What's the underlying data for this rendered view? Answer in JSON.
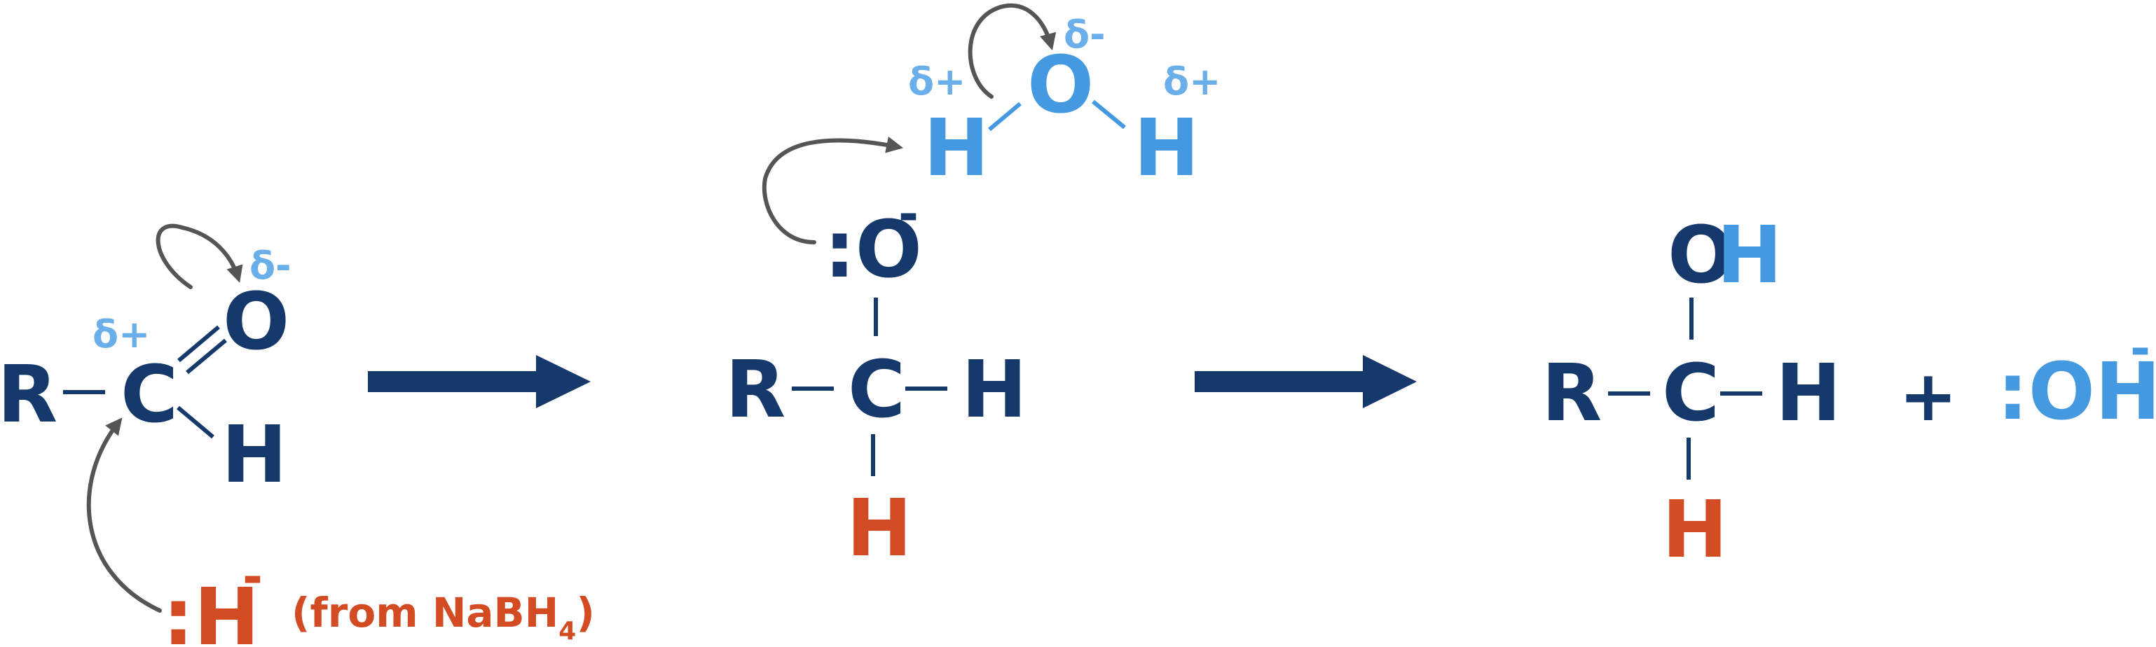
{
  "colors": {
    "navy": "#15396b",
    "blue": "#4499e0",
    "light_blue": "#6aaeea",
    "orange": "#d24b23",
    "curly_arrow": "#555555"
  },
  "step1": {
    "r": "R",
    "c": "C",
    "o": "O",
    "h": "H",
    "delta_plus": "δ+",
    "delta_minus": "δ-",
    "hydride": ":H",
    "hydride_charge": "-",
    "source_open": "(from NaBH",
    "source_sub": "4",
    "source_close": ")"
  },
  "step2": {
    "water_h_left": "H",
    "water_o": "O",
    "water_h_right": "H",
    "delta_plus_left": "δ+",
    "delta_minus": "δ-",
    "delta_plus_right": "δ+",
    "alkoxide_o": ":O",
    "alkoxide_charge": "-",
    "r": "R",
    "c": "C",
    "h_right": "H",
    "h_bottom": "H"
  },
  "step3": {
    "o": "O",
    "oh_h": "H",
    "r": "R",
    "c": "C",
    "h_right": "H",
    "h_bottom": "H",
    "plus": "+",
    "hydroxide": ":OH",
    "hydroxide_charge": "-"
  }
}
